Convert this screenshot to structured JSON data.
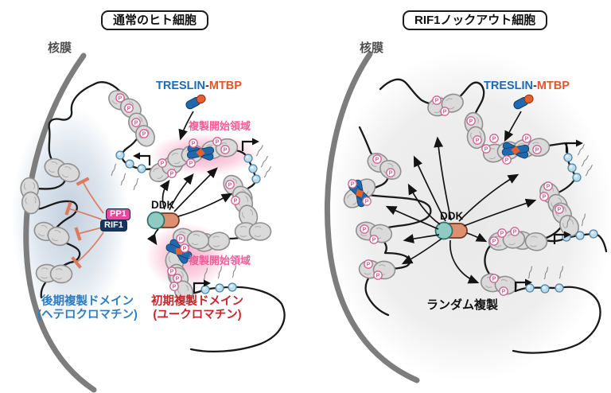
{
  "glyphs": {
    "p": "P"
  },
  "colors": {
    "treslin_blue": "#1b6cb5",
    "mtbp_orange": "#e8542a",
    "origin_region_pink": "#ee5f9a",
    "pp1_pink": "#e8489c",
    "rif1_navy": "#17365f",
    "late_domain_blue": "#2e7cc0",
    "early_domain_red": "#c9242a",
    "ddk_teal": "#8fcbc3",
    "ddk_salmon": "#de8f6f",
    "nuclear_membrane_gray": "#7d7d7d",
    "inhibition_salmon": "#dd7a5e"
  },
  "left_panel": {
    "title": "通常のヒト細胞",
    "nuclear_membrane_label": "核膜",
    "treslin_label": "TRESLIN",
    "hyphen": "-",
    "mtbp_label": "MTBP",
    "origin_region_top_label": "複製開始領域",
    "origin_region_bottom_label": "複製開始領域",
    "ddk_label": "DDK",
    "pp1_label": "PP1",
    "rif1_label": "RIF1",
    "late_domain_label": "後期複製ドメイン",
    "late_domain_sublabel": "(ヘテロクロマチン)",
    "early_domain_label": "初期複製ドメイン",
    "early_domain_sublabel": "(ユークロマチン)"
  },
  "right_panel": {
    "title": "RIF1ノックアウト細胞",
    "nuclear_membrane_label": "核膜",
    "treslin_label": "TRESLIN",
    "hyphen": "-",
    "mtbp_label": "MTBP",
    "ddk_label": "DDK",
    "random_replication_label": "ランダム複製"
  }
}
